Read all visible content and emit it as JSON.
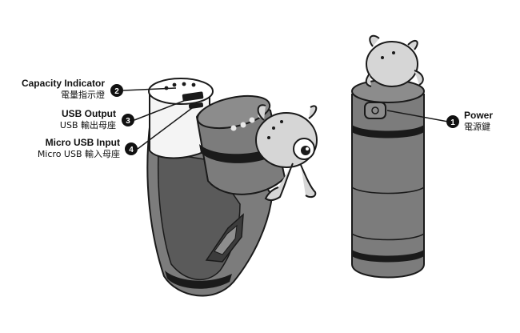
{
  "callouts": [
    {
      "number": "1",
      "label_en": "Power",
      "label_zh": "電源鍵"
    },
    {
      "number": "2",
      "label_en": "Capacity Indicator",
      "label_zh": "電量指示燈"
    },
    {
      "number": "3",
      "label_en": "USB Output",
      "label_zh": "USB 輸出母座"
    },
    {
      "number": "4",
      "label_en": "Micro USB Input",
      "label_zh": "Micro USB 輸入母座"
    }
  ],
  "colors": {
    "body": "#7c7c7c",
    "body_dark": "#3c3c3c",
    "cap": "#f4f4f4",
    "outline": "#1a1a1a",
    "figure": "#d6d6d6"
  }
}
